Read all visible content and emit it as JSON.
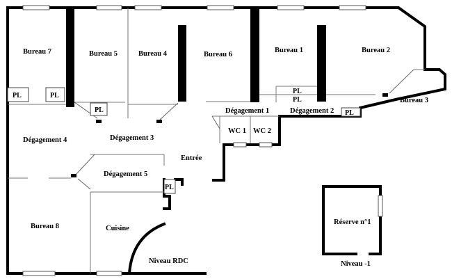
{
  "level_labels": {
    "main": "Niveau RDC",
    "basement": "Niveau -1"
  },
  "rooms": {
    "bureau_7": "Bureau 7",
    "bureau_5": "Bureau 5",
    "bureau_4": "Bureau 4",
    "bureau_6": "Bureau 6",
    "bureau_1": "Bureau 1",
    "bureau_2": "Bureau 2",
    "bureau_3": "Bureau 3",
    "bureau_8": "Bureau 8",
    "cuisine": "Cuisine",
    "entree": "Entrée",
    "degagement_1": "Dégagement 1",
    "degagement_2": "Dégagement 2",
    "degagement_3": "Dégagement 3",
    "degagement_4": "Dégagement 4",
    "degagement_5": "Dégagement 5",
    "wc_1": "WC 1",
    "wc_2": "WC 2",
    "reserve": "Réserve n°1"
  },
  "closets": {
    "pl_1": "PL",
    "pl_2": "PL",
    "pl_3": "PL",
    "pl_4": "PL",
    "pl_5": "PL",
    "pl_6": "PL",
    "pl_7": "PL"
  }
}
